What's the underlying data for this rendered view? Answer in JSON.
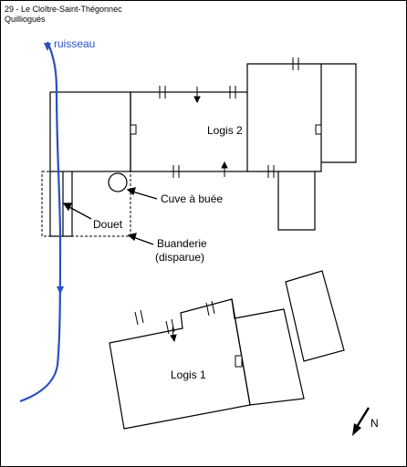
{
  "header": {
    "line1": "29 - Le Cloître-Saint-Thégonnec",
    "line2": "Quilliogués"
  },
  "labels": {
    "stream": "ruisseau",
    "logis2": "Logis 2",
    "logis1": "Logis 1",
    "cuve": "Cuve à buée",
    "douet": "Douet",
    "buanderie_1": "Buanderie",
    "buanderie_2": "(disparue)",
    "north": "N"
  },
  "colors": {
    "stream": "#2b4fc2",
    "lines": "#000000",
    "frame": "#000000"
  },
  "icons": {
    "north_arrow": "north-arrow-icon"
  }
}
